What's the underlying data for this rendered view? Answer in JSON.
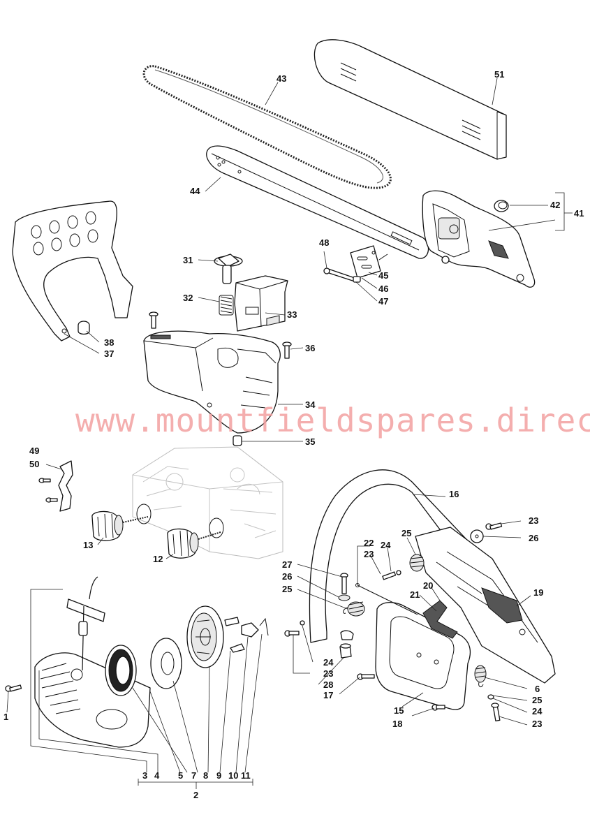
{
  "watermark": "www.mountfieldspares.direct",
  "labels": {
    "l1": "1",
    "l2": "2",
    "l3": "3",
    "l4": "4",
    "l5": "5",
    "l6": "6",
    "l7": "7",
    "l8": "8",
    "l9": "9",
    "l10": "10",
    "l11": "11",
    "l12": "12",
    "l13": "13",
    "l15": "15",
    "l16": "16",
    "l17": "17",
    "l18": "18",
    "l19": "19",
    "l20": "20",
    "l21": "21",
    "l22": "22",
    "l23": "23",
    "l24": "24",
    "l25": "25",
    "l26": "26",
    "l27": "27",
    "l28": "28",
    "l31": "31",
    "l32": "32",
    "l33": "33",
    "l34": "34",
    "l35": "35",
    "l36": "36",
    "l37": "37",
    "l38": "38",
    "l41": "41",
    "l42": "42",
    "l43": "43",
    "l44": "44",
    "l45": "45",
    "l46": "46",
    "l47": "47",
    "l48": "48",
    "l49": "49",
    "l50": "50",
    "l51": "51"
  }
}
